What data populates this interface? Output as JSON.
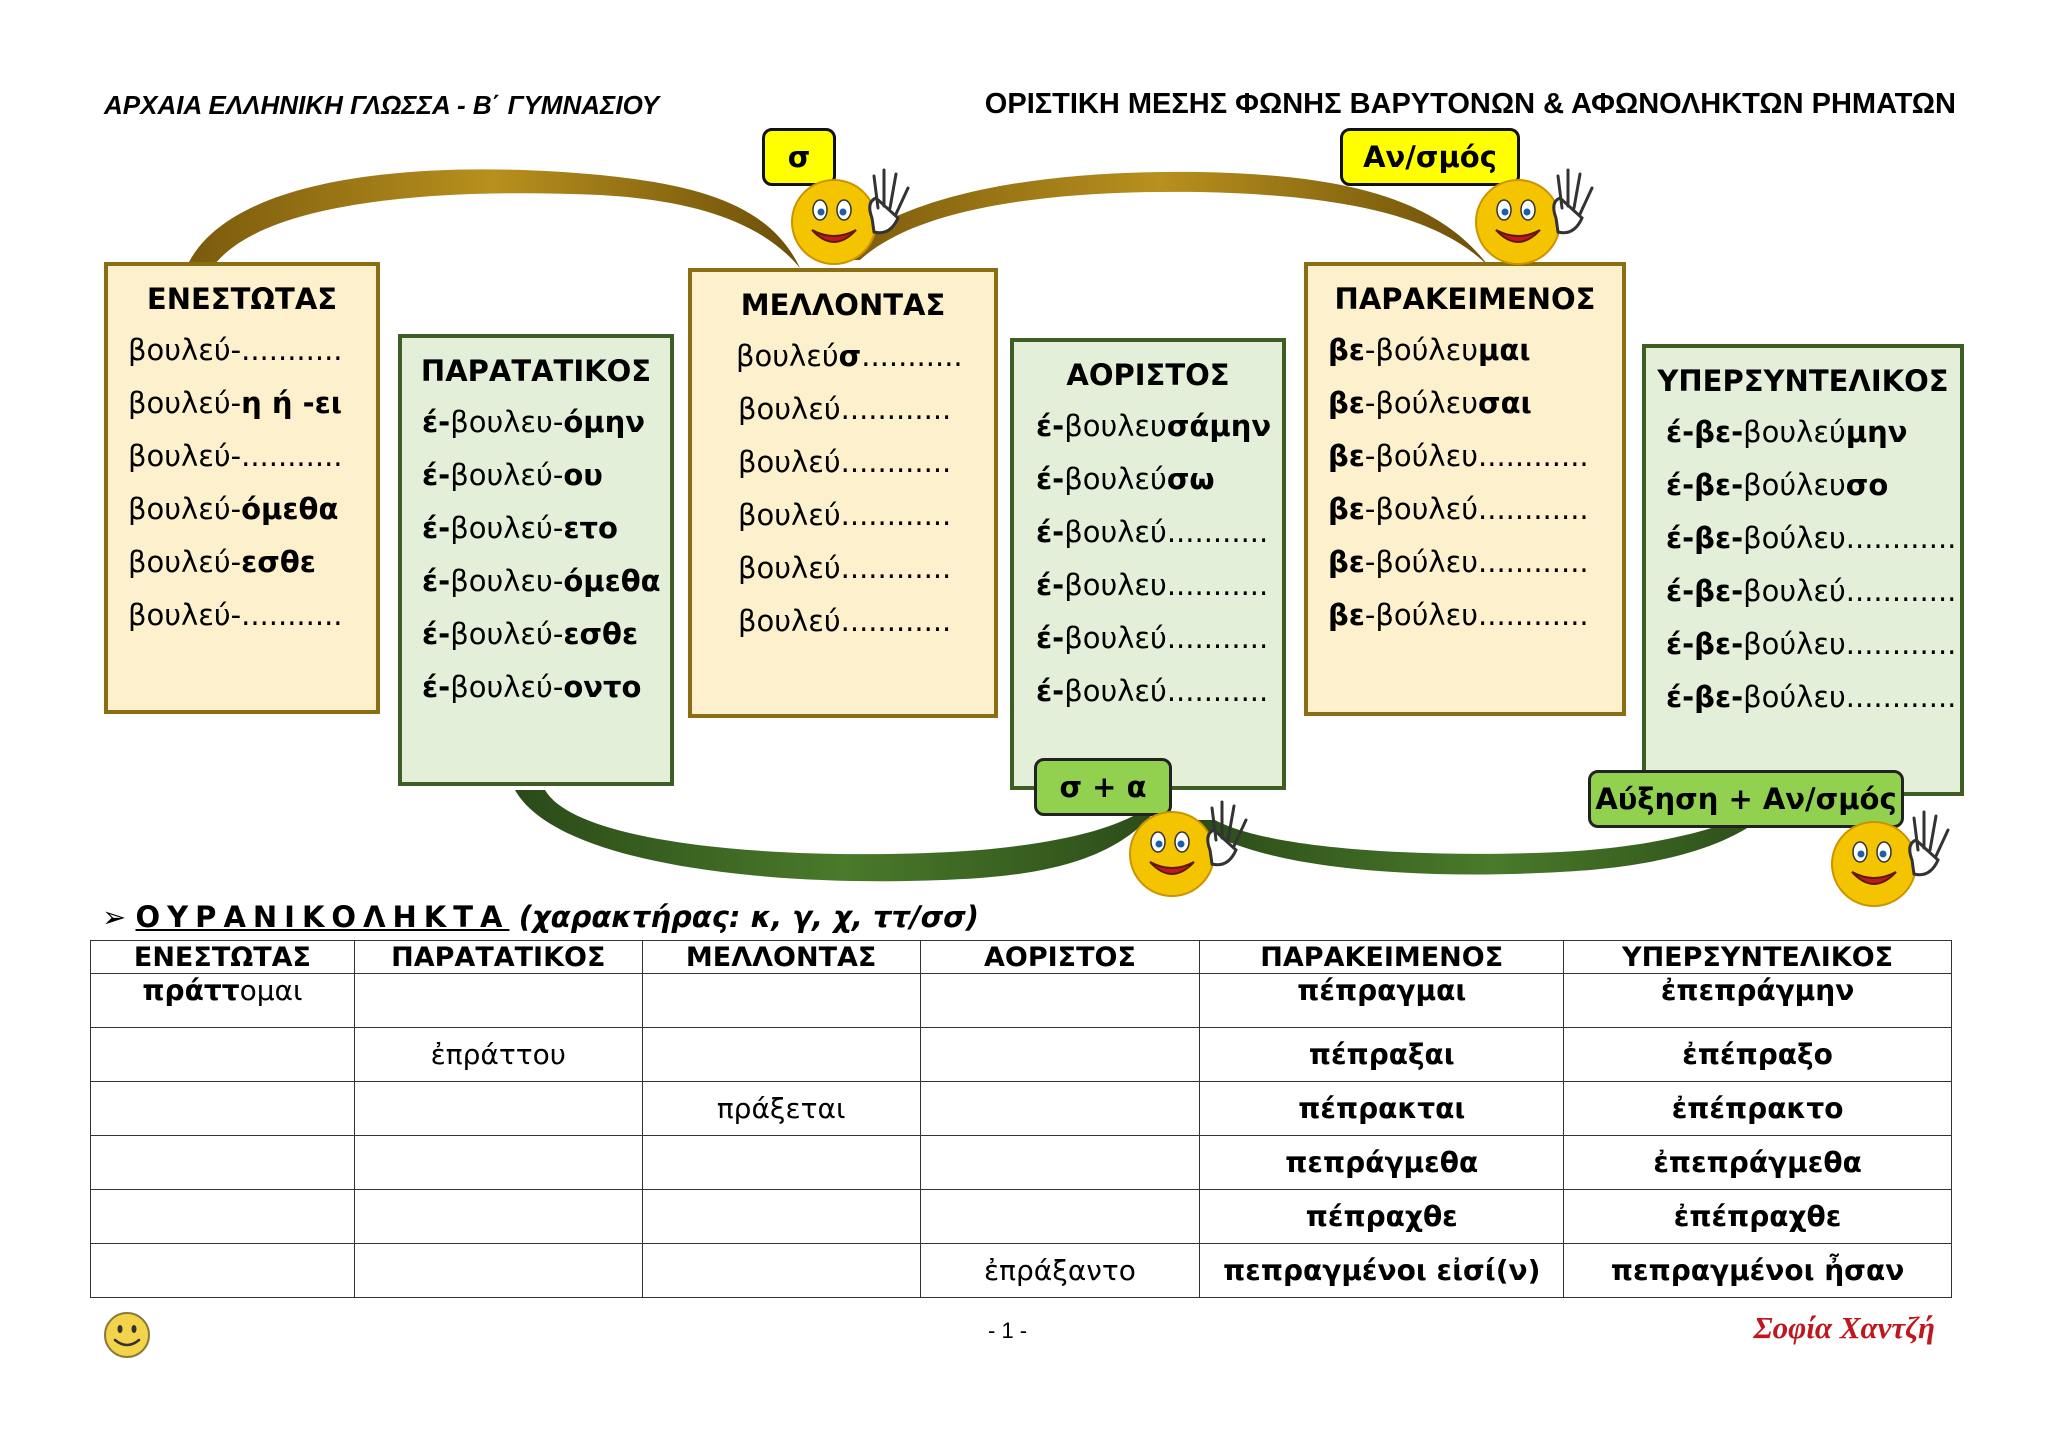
{
  "header": {
    "left": "ΑΡΧΑΙΑ ΕΛΛΗΝΙΚΗ ΓΛΩΣΣΑ - Β΄ ΓΥΜΝΑΣΙΟΥ",
    "right": "ΟΡΙΣΤΙΚΗ ΜΕΣΗΣ ΦΩΝΗΣ ΒΑΡΥΤΟΝΩΝ & ΑΦΩΝΟΛΗΚΤΩΝ ΡΗΜΑΤΩΝ"
  },
  "tags": {
    "sigma": "σ",
    "anadipl": "Αν/σμός",
    "sigma_alpha": "σ + α",
    "auxisi": "Αύξηση + Αν/σμός"
  },
  "boxes": {
    "enestotas": {
      "title": "ΕΝΕΣΤΩΤΑΣ",
      "lines": [
        [
          "βουλεύ-...........",
          ""
        ],
        [
          "βουλεύ-",
          "η ή -ει"
        ],
        [
          "βουλεύ-...........",
          ""
        ],
        [
          "βουλεύ-",
          "όμεθα"
        ],
        [
          "βουλεύ-",
          "εσθε"
        ],
        [
          "βουλεύ-...........",
          ""
        ]
      ]
    },
    "paratatikos": {
      "title": "ΠΑΡΑΤΑΤΙΚΟΣ",
      "lines": [
        [
          "έ-",
          "βουλευ-",
          "όμην"
        ],
        [
          "έ-",
          "βουλεύ-",
          "ου"
        ],
        [
          "έ-",
          "βουλεύ-",
          "ετο"
        ],
        [
          "έ-",
          "βουλευ-",
          "όμεθα"
        ],
        [
          "έ-",
          "βουλεύ-",
          "εσθε"
        ],
        [
          "έ-",
          "βουλεύ-",
          "οντο"
        ]
      ]
    },
    "mellontas": {
      "title": "ΜΕΛΛΟΝΤΑΣ",
      "lines": [
        [
          "βουλεύ",
          "σ",
          "..........."
        ],
        [
          "βουλεύ............",
          "",
          ""
        ],
        [
          "βουλεύ............",
          "",
          ""
        ],
        [
          "βουλεύ............",
          "",
          ""
        ],
        [
          "βουλεύ............",
          "",
          ""
        ],
        [
          "βουλεύ............",
          "",
          ""
        ]
      ]
    },
    "aoristos": {
      "title": "ΑΟΡΙΣΤΟΣ",
      "lines": [
        [
          "έ-",
          "βουλευ",
          "σάμην"
        ],
        [
          "έ-",
          "βουλεύ",
          "σω"
        ],
        [
          "έ-",
          "βουλεύ...........",
          ""
        ],
        [
          "έ-",
          "βουλευ...........",
          ""
        ],
        [
          "έ-",
          "βουλεύ...........",
          ""
        ],
        [
          "έ-",
          "βουλεύ...........",
          ""
        ]
      ]
    },
    "parakeimenos": {
      "title": "ΠΑΡΑΚΕΙΜΕΝΟΣ",
      "lines": [
        [
          "βε",
          "-βούλευ",
          "μαι"
        ],
        [
          "βε",
          "-βούλευ",
          "σαι"
        ],
        [
          "βε",
          "-βούλευ............",
          ""
        ],
        [
          "βε",
          "-βουλεύ............",
          ""
        ],
        [
          "βε",
          "-βούλευ............",
          ""
        ],
        [
          "βε",
          "-βούλευ............",
          ""
        ]
      ]
    },
    "ypersyntelikos": {
      "title": "ΥΠΕΡΣΥΝΤΕΛΙΚΟΣ",
      "lines": [
        [
          "έ-βε-",
          "βουλεύ",
          "μην"
        ],
        [
          "έ-βε-",
          "βούλευ",
          "σο"
        ],
        [
          "έ-βε-",
          "βούλευ............",
          ""
        ],
        [
          "έ-βε-",
          "βουλεύ............",
          ""
        ],
        [
          "έ-βε-",
          "βούλευ............",
          ""
        ],
        [
          "έ-βε-",
          "βούλευ............",
          ""
        ]
      ]
    }
  },
  "section": {
    "caps": "ΟΥΡΑΝΙΚΟΛΗΚΤΑ",
    "char": "(χαρακτήρας: κ, γ, χ, ττ/σσ)"
  },
  "table": {
    "headers": [
      "ΕΝΕΣΤΩΤΑΣ",
      "ΠΑΡΑΤΑΤΙΚΟΣ",
      "ΜΕΛΛΟΝΤΑΣ",
      "ΑΟΡΙΣΤΟΣ",
      "ΠΑΡΑΚΕΙΜΕΝΟΣ",
      "ΥΠΕΡΣΥΝΤΕΛΙΚΟΣ"
    ],
    "first_cell": {
      "bold": "πράττ",
      "normal": "ομαι"
    },
    "rows": [
      [
        "",
        "",
        "",
        "",
        "πέπραγμαι",
        "ἐπεπράγμην"
      ],
      [
        "",
        "ἐπράττου",
        "",
        "",
        "πέπραξαι",
        "ἐπέπραξο"
      ],
      [
        "",
        "",
        "πράξεται",
        "",
        "πέπρακται",
        "ἐπέπρακτο"
      ],
      [
        "",
        "",
        "",
        "",
        "πεπράγμεθα",
        "ἐπεπράγμεθα"
      ],
      [
        "",
        "",
        "",
        "",
        "πέπραχθε",
        "ἐπέπραχθε"
      ],
      [
        "",
        "",
        "",
        "ἐπράξαντο",
        "πεπραγμένοι εἰσί(ν)",
        "πεπραγμένοι ἦσαν"
      ]
    ]
  },
  "footer": {
    "page": "- 1 -",
    "author": "Σοφία Χαντζή"
  }
}
